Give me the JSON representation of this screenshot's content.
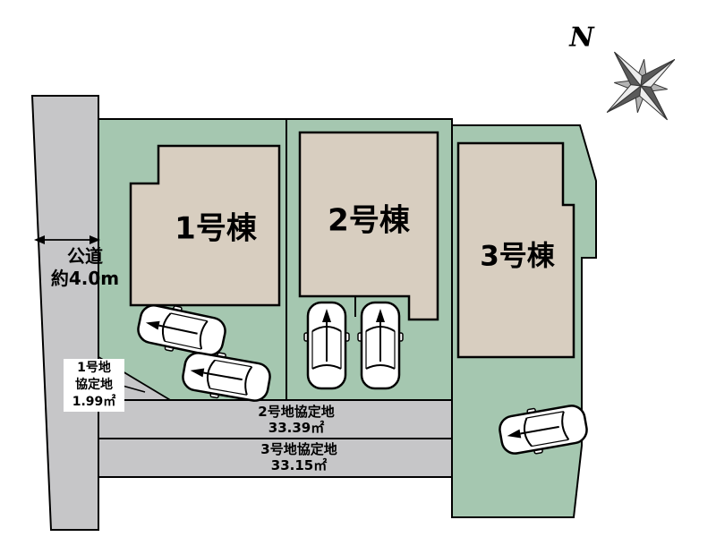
{
  "colors": {
    "lot_green": "#a5c7b0",
    "road_gray": "#c6c6c8",
    "building_beige": "#d8cec0",
    "outline": "#000000"
  },
  "road": {
    "name_line1": "公道",
    "name_line2": "約4.0m"
  },
  "buildings": [
    {
      "label": "1号棟"
    },
    {
      "label": "2号棟"
    },
    {
      "label": "3号棟"
    }
  ],
  "agreement_areas": {
    "lot1": {
      "line1": "1号地",
      "line2": "協定地",
      "line3": "1.99㎡"
    },
    "lot2": {
      "line1": "2号地協定地",
      "line2": "33.39㎡"
    },
    "lot3": {
      "line1": "3号地協定地",
      "line2": "33.15㎡"
    }
  },
  "compass": {
    "north_label": "N"
  }
}
